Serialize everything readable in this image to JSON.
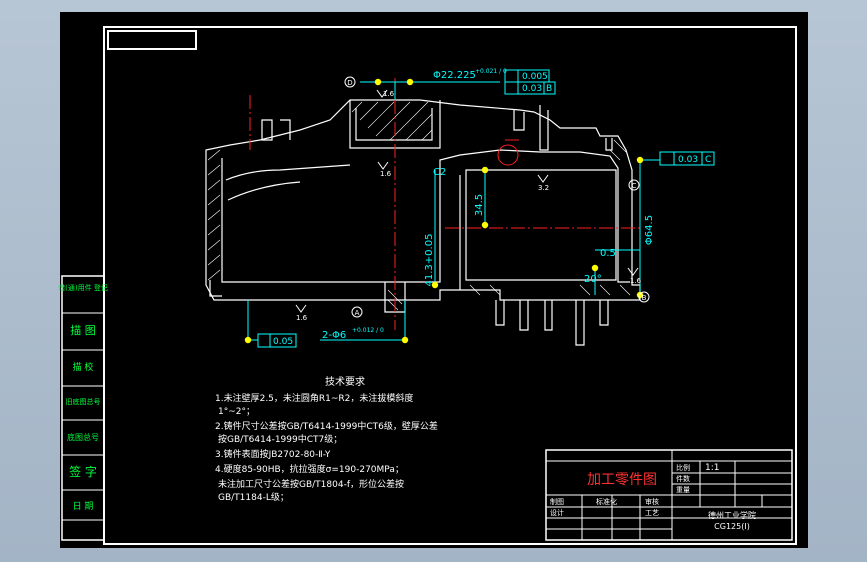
{
  "drawing": {
    "dims": {
      "bore_dia": "Φ22.225",
      "bore_tol": "+0.021 / 0",
      "fc_flat": "0.005",
      "fc_perp": "0.03",
      "fc_perp_datum": "B",
      "fc_right_perp": "0.03",
      "fc_right_datum": "C",
      "fc_bottom_flat": "0.05",
      "hole_spec": "2-Φ6",
      "hole_tol": "+0.012 / 0",
      "dim_345": "34.5",
      "dim_41": "41.3+0.05",
      "dim_645": "Φ64.5",
      "dim_05": "0.5",
      "dim_20": "20°",
      "chamfer": "C2",
      "rough_16a": "1.6",
      "rough_32a": "3.2",
      "rough_16b": "1.6",
      "rough_16c": "1.6",
      "rough_16d": "1.6",
      "datum_d": "D",
      "datum_a": "A",
      "datum_c": "C",
      "datum_b": "B"
    },
    "requirements": {
      "title": "技术要求",
      "lines": [
        "1.未注壁厚2.5，未注圆角R1~R2，未注拔模斜度",
        "1°~2°；",
        "2.铸件尺寸公差按GB/T6414-1999中CT6级，壁厚公差",
        "按GB/T6414-1999中CT7级；",
        "3.铸件表面按JB2702-80-Ⅱ-Y",
        "4.硬度85-90HB，抗拉强度σ=190-270MPa；",
        "未注加工尺寸公差按GB/T1804-f，形位公差按",
        "GB/T1184-L级；"
      ]
    },
    "left_strip": [
      "借(通)用件\n登记",
      "描 图",
      "描 校",
      "旧底图总号",
      "底图总号",
      "签 字",
      "日 期"
    ],
    "title_block": {
      "drawing_name": "加工零件图",
      "ratio_label": "比例",
      "ratio": "1:1",
      "qty_label": "件数",
      "weight_label": "重量",
      "school": "德州工业学院",
      "project": "CG125(I)",
      "std_label": "标准化",
      "check_label": "审核",
      "tech_label": "工艺",
      "draw_label": "制图",
      "design_label": "设计"
    }
  }
}
